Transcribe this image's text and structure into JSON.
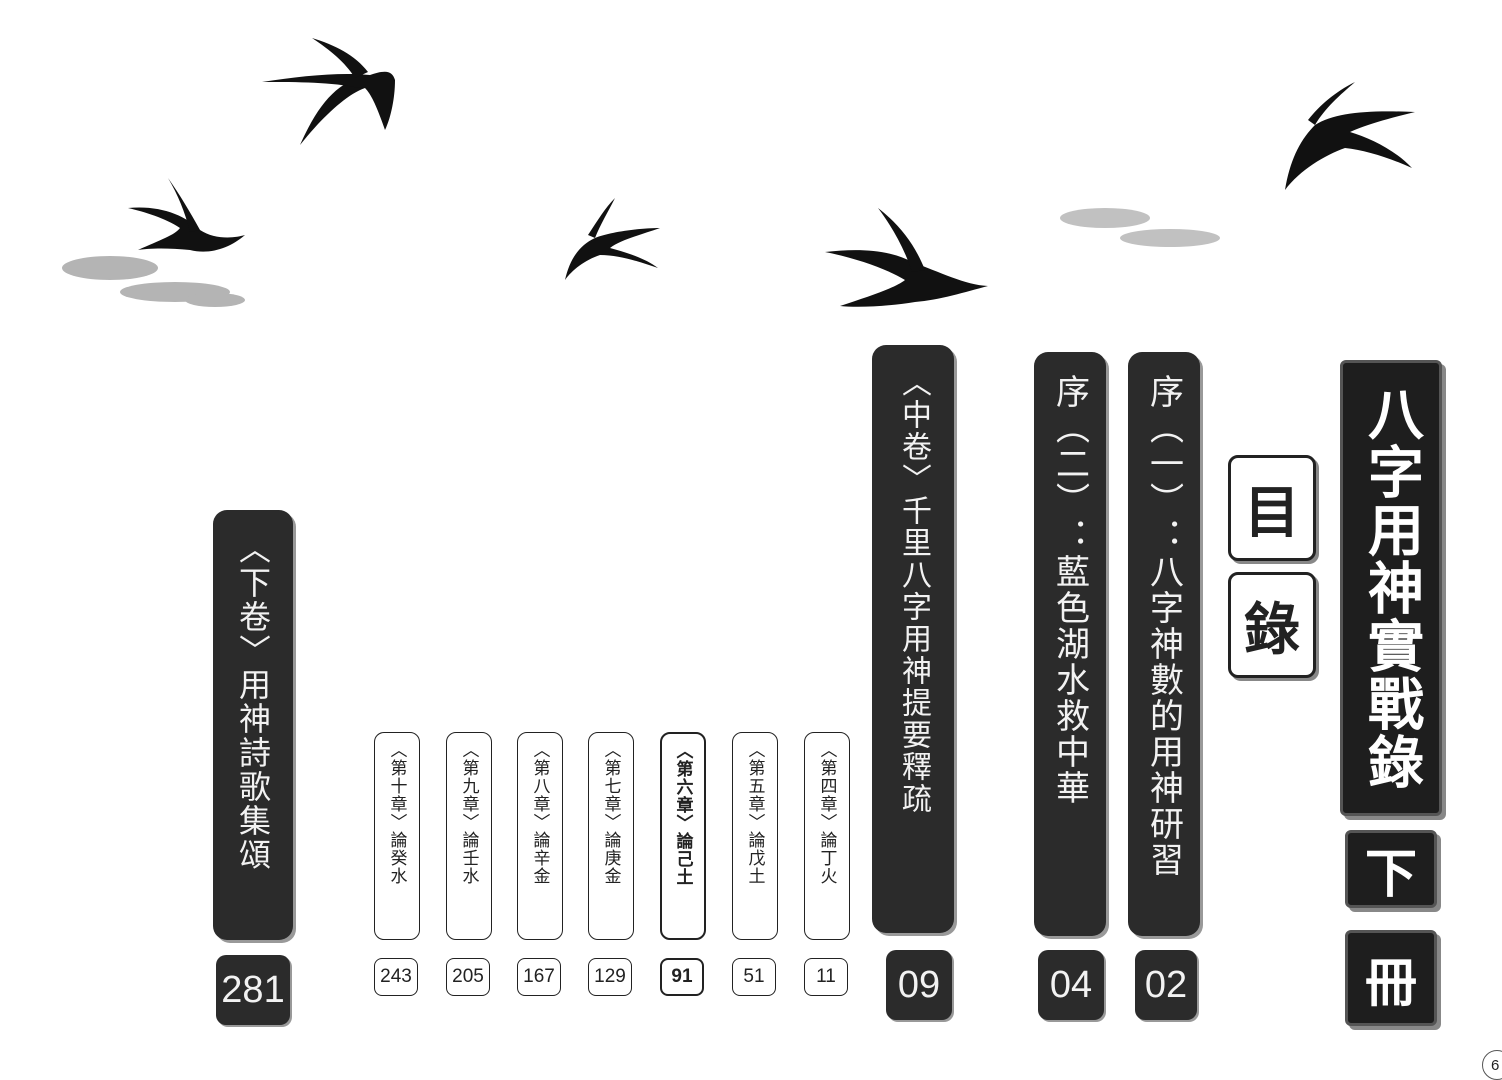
{
  "title": "八字用神實戰錄",
  "volume": "下",
  "volume_suffix": "冊",
  "toc_label": [
    "目",
    "錄"
  ],
  "page_number": "6",
  "sections": [
    {
      "label": "序（一）：八字神數的用神研習",
      "page": "02"
    },
    {
      "label": "序（二）：藍色湖水救中華",
      "page": "04"
    },
    {
      "label": "〈中卷〉千里八字用神提要釋疏",
      "page": "09"
    },
    {
      "label": "〈下卷〉用神詩歌集頌",
      "page": "281"
    }
  ],
  "chapters": [
    {
      "label": "〈第四章〉論丁火",
      "page": "11"
    },
    {
      "label": "〈第五章〉論戊土",
      "page": "51"
    },
    {
      "label": "〈第六章〉論己土",
      "page": "91"
    },
    {
      "label": "〈第七章〉論庚金",
      "page": "129"
    },
    {
      "label": "〈第八章〉論辛金",
      "page": "167"
    },
    {
      "label": "〈第九章〉論壬水",
      "page": "205"
    },
    {
      "label": "〈第十章〉論癸水",
      "page": "243"
    }
  ]
}
